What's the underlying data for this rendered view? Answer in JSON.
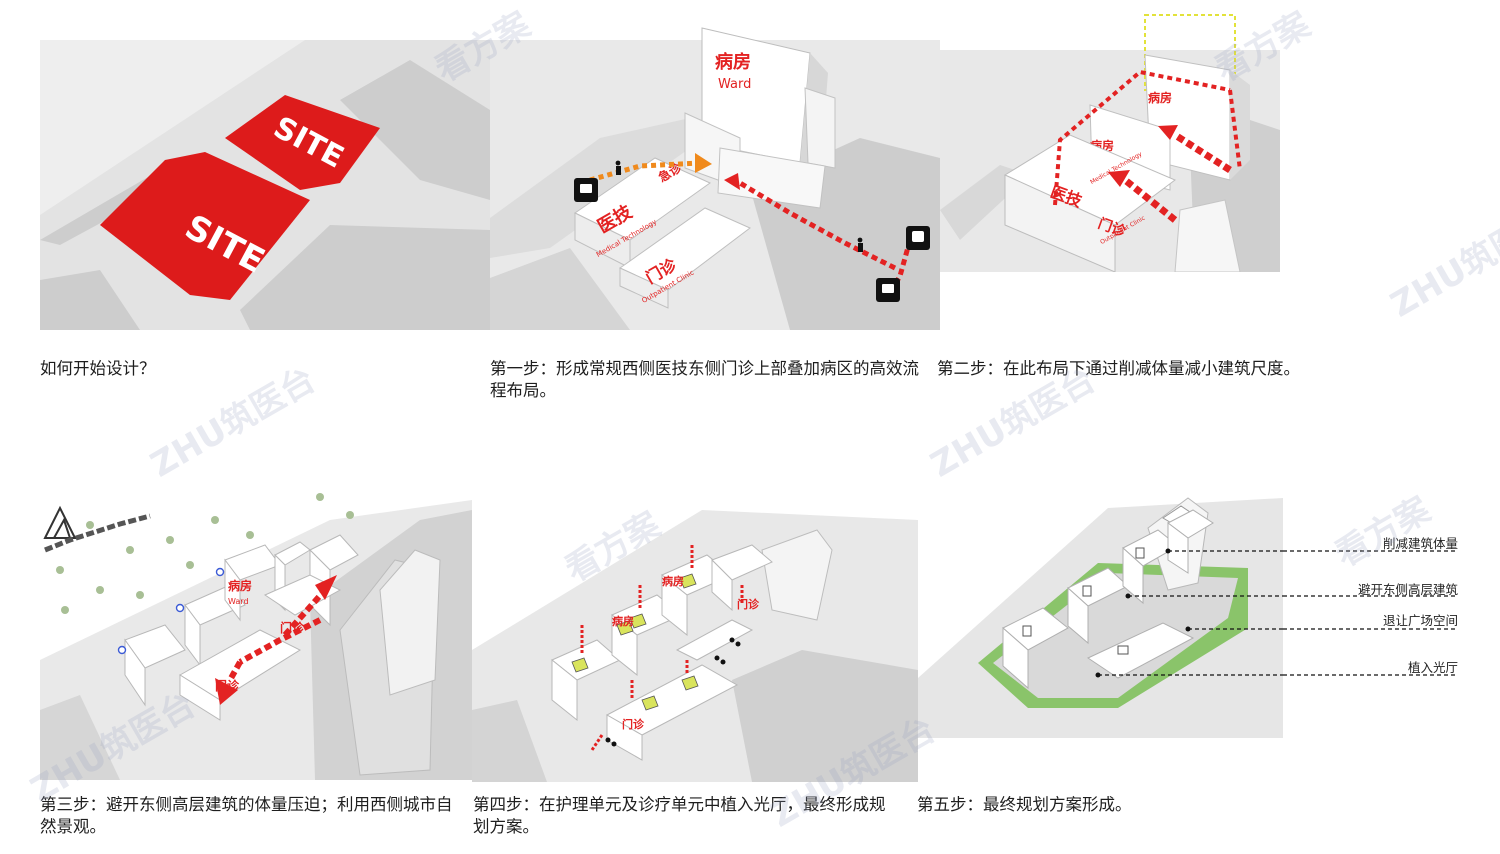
{
  "panels": [
    {
      "id": "p1",
      "caption": "如何开始设计？",
      "site_labels": [
        "SITE",
        "SITE"
      ]
    },
    {
      "id": "p2",
      "caption": "第一步：形成常规西侧医技东侧门诊上部叠加病区的高效流程布局。",
      "labels": {
        "ward_cn": "病房",
        "ward_en": "Ward",
        "medtech_cn": "医技",
        "medtech_en": "Medical Technology",
        "outpatient_cn": "门诊",
        "outpatient_en": "Outpatient Clinic",
        "emergency_cn": "急诊"
      }
    },
    {
      "id": "p3",
      "caption": "第二步：在此布局下通过削减体量减小建筑尺度。",
      "labels": {
        "ward_cn": "病房",
        "medtech_cn": "医技",
        "medtech_en": "Medical Technology",
        "outpatient_cn": "门诊",
        "outpatient_en": "Outpatient Clinic"
      }
    },
    {
      "id": "p4",
      "caption": "第三步：避开东侧高层建筑的体量压迫；利用西侧城市自然景观。",
      "labels": {
        "ward_cn": "病房",
        "ward_en": "Ward",
        "outpatient_cn": "门诊"
      }
    },
    {
      "id": "p5",
      "caption": "第四步：在护理单元及诊疗单元中植入光厅，最终形成规划方案。",
      "labels": {
        "ward_cn": "病房",
        "outpatient_cn": "门诊"
      }
    },
    {
      "id": "p6",
      "caption": "第五步：最终规划方案形成。",
      "legend": [
        "削减建筑体量",
        "避开东侧高层建筑",
        "退让广场空间",
        "植入光厅"
      ]
    }
  ],
  "watermarks": [
    "看方案",
    "ZHU筑医台"
  ],
  "colors": {
    "accent_red": "#e32222",
    "road": "#ececec",
    "block": "#c9c9c9",
    "orange": "#f08a1c",
    "green": "#8ac46a"
  }
}
